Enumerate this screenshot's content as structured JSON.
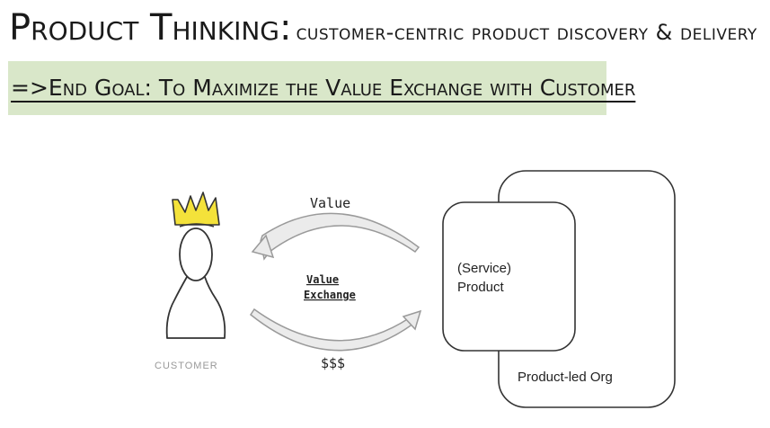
{
  "slide": {
    "title": "Product Thinking:",
    "subtitle": "customer-centric product discovery & delivery",
    "goal": "=>End Goal: To Maximize the Value Exchange with Customer"
  },
  "diagram": {
    "customer_label": "CUSTOMER",
    "value_label": "Value",
    "exchange_label_line1": "Value",
    "exchange_label_line2": "Exchange",
    "money_label": "$$$",
    "product_box_line1": "(Service)",
    "product_box_line2": "Product",
    "org_box_label": "Product-led Org"
  },
  "colors": {
    "highlight": "#d9e7c9",
    "crown": "#f4e23a",
    "arrow_fill": "#ebebeb"
  }
}
